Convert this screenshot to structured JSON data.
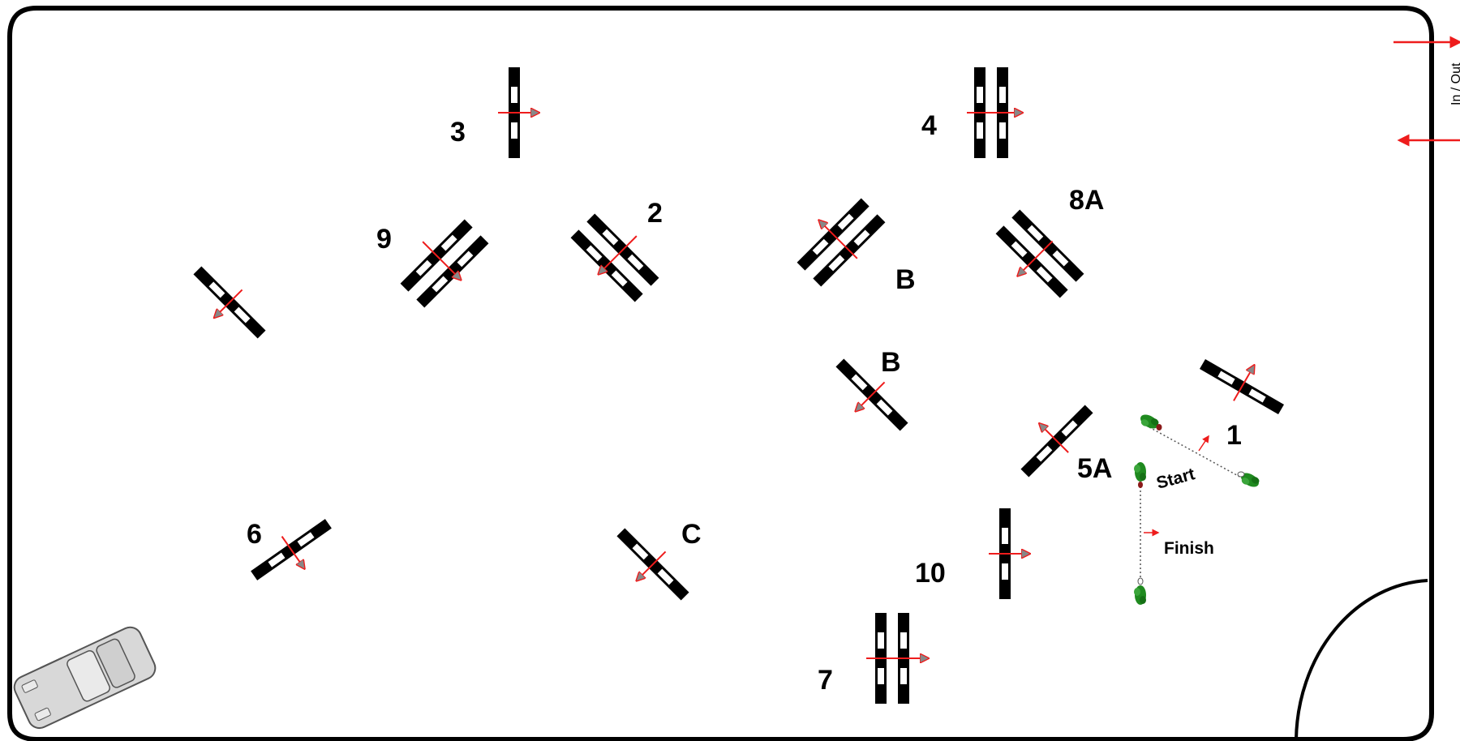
{
  "exit": {
    "label": "In / Out"
  },
  "labels": {
    "g3": "3",
    "g4": "4",
    "g2": "2",
    "g9": "9",
    "g8a": "8A",
    "gb_top": "B",
    "gb_mid": "B",
    "g1": "1",
    "g5a": "5A",
    "g6": "6",
    "gc": "C",
    "g10": "10",
    "g7": "7",
    "start": "Start",
    "finish": "Finish"
  },
  "colors": {
    "gate_black": "#000000",
    "gate_white": "#ffffff",
    "arrow_red": "#ee1c1c",
    "arrowhead_gray": "#888888",
    "cone_green": "#1f8a1f",
    "car_gray": "#d8d8d8"
  },
  "icons": [
    "car-icon",
    "cone-icon"
  ]
}
